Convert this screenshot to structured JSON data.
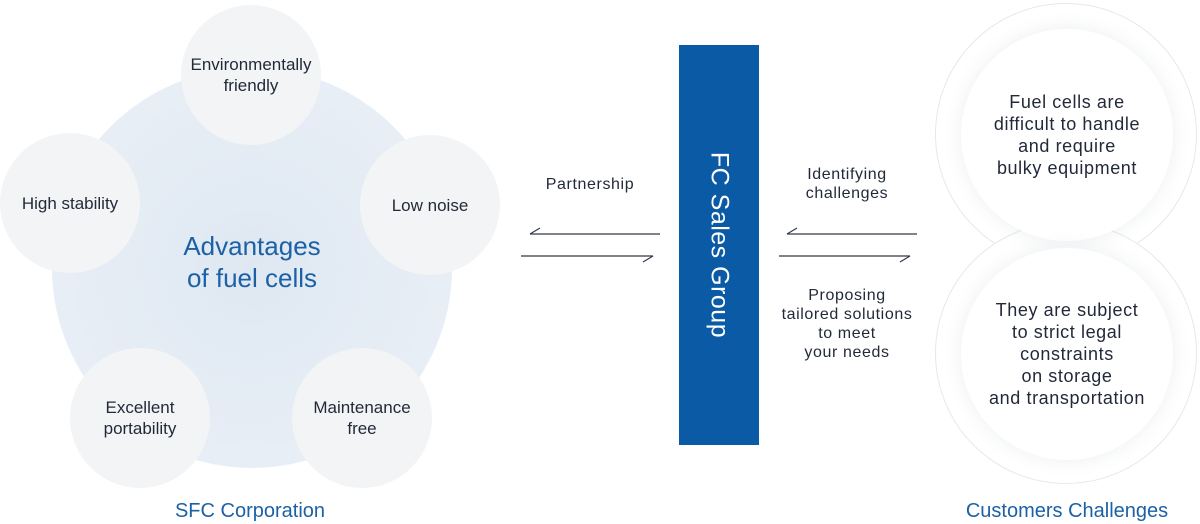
{
  "advantages": {
    "title": "Advantages\nof fuel cells",
    "items": [
      "Environmentally\nfriendly",
      "Low noise",
      "Maintenance\nfree",
      "Excellent\nportability",
      "High stability"
    ],
    "caption": "SFC Corporation"
  },
  "partnership_label": "Partnership",
  "group": {
    "label": "FC Sales Group"
  },
  "identifying_label": "Identifying\nchallenges",
  "proposing_label": "Proposing\ntailored solutions\nto meet\nyour needs",
  "customers": {
    "challenges": [
      "Fuel cells are\ndifficult to handle\nand require\nbulky equipment",
      "They are subject\nto strict legal\nconstraints\non storage\nand transportation"
    ],
    "caption": "Customers Challenges"
  },
  "colors": {
    "accent": "#1c61a6",
    "bar": "#0b5aa5"
  }
}
